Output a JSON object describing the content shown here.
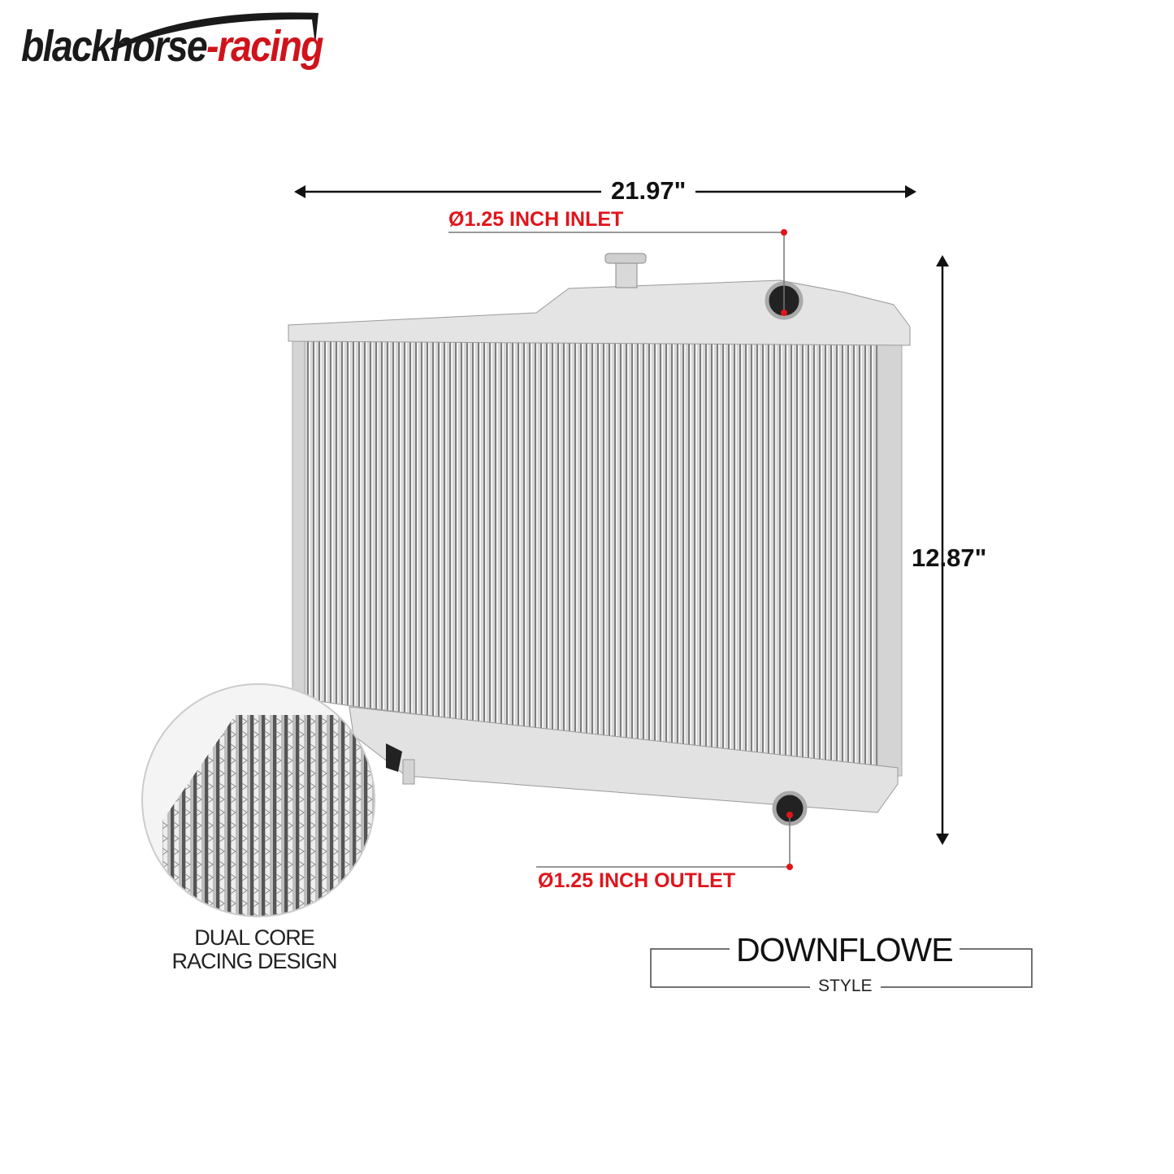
{
  "brand": {
    "logo_dark": "blackhorse",
    "logo_red": "-racing"
  },
  "dimensions": {
    "width": "21.97\"",
    "height": "12.87\""
  },
  "ports": {
    "inlet": "Ø1.25 INCH INLET",
    "outlet": "Ø1.25 INCH OUTLET"
  },
  "inset": {
    "line1": "DUAL CORE",
    "line2": "RACING DESIGN"
  },
  "flow": {
    "title": "DOWNFLOWE",
    "subtitle": "STYLE"
  },
  "colors": {
    "accent": "#e0151c",
    "text": "#111111",
    "metal": "#c9c9c9"
  }
}
